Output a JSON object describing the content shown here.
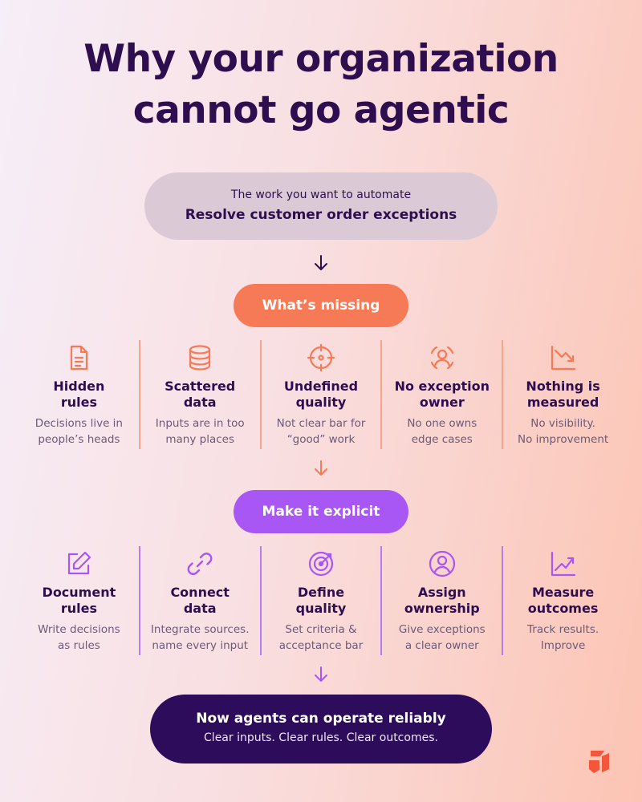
{
  "title": {
    "line1": "Why your organization",
    "line2": "cannot go agentic"
  },
  "top_box": {
    "subtitle": "The work you want to automate",
    "main": "Resolve customer order exceptions"
  },
  "missing": {
    "label": "What’s missing",
    "color": "#f77a56",
    "items": [
      {
        "icon": "document-icon",
        "h1": "Hidden",
        "h2": "rules",
        "d1": "Decisions live in",
        "d2": "people’s heads"
      },
      {
        "icon": "database-icon",
        "h1": "Scattered",
        "h2": "data",
        "d1": "Inputs are in too",
        "d2": "many places"
      },
      {
        "icon": "crosshair-icon",
        "h1": "Undefined",
        "h2": "quality",
        "d1": "Not clear bar for",
        "d2": "“good” work"
      },
      {
        "icon": "user-scan-icon",
        "h1": "No exception",
        "h2": "owner",
        "d1": "No one owns",
        "d2": "edge cases"
      },
      {
        "icon": "chart-down-icon",
        "h1": "Nothing is",
        "h2": "measured",
        "d1": "No visibility.",
        "d2": "No improvement"
      }
    ]
  },
  "explicit": {
    "label": "Make it explicit",
    "color": "#a857f5",
    "items": [
      {
        "icon": "edit-icon",
        "h1": "Document",
        "h2": "rules",
        "d1": "Write decisions",
        "d2": "as rules"
      },
      {
        "icon": "link-icon",
        "h1": "Connect",
        "h2": "data",
        "d1": "Integrate sources.",
        "d2": "name every input"
      },
      {
        "icon": "target-icon",
        "h1": "Define",
        "h2": "quality",
        "d1": "Set criteria &",
        "d2": "acceptance bar"
      },
      {
        "icon": "user-circle-icon",
        "h1": "Assign",
        "h2": "ownership",
        "d1": "Give exceptions",
        "d2": "a clear owner"
      },
      {
        "icon": "chart-up-icon",
        "h1": "Measure",
        "h2": "outcomes",
        "d1": "Track results.",
        "d2": "Improve"
      }
    ]
  },
  "bottom_box": {
    "main": "Now agents can operate reliably",
    "sub": "Clear inputs. Clear rules. Clear outcomes."
  },
  "colors": {
    "dark": "#2e0e4f",
    "orange": "#f77a56",
    "purple": "#a857f5",
    "bottom_bg": "#2e0c5c"
  }
}
